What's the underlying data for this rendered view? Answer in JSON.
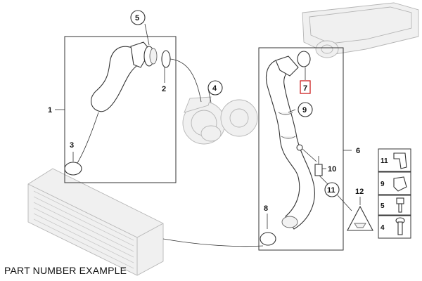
{
  "callouts": {
    "c1": "1",
    "c2": "2",
    "c3": "3",
    "c4": "4",
    "c5": "5",
    "c6": "6",
    "c7": "7",
    "c8": "8",
    "c9": "9",
    "c10": "10",
    "c11": "11",
    "c12": "12"
  },
  "legend": [
    {
      "num": "11",
      "icon": "bracket-clip-icon"
    },
    {
      "num": "9",
      "icon": "spring-clip-icon"
    },
    {
      "num": "5",
      "icon": "screw-icon"
    },
    {
      "num": "4",
      "icon": "bolt-icon"
    }
  ],
  "highlight_color": "#cc1f1f",
  "highlighted_callout": "7",
  "caption": "PART NUMBER EXAMPLE"
}
